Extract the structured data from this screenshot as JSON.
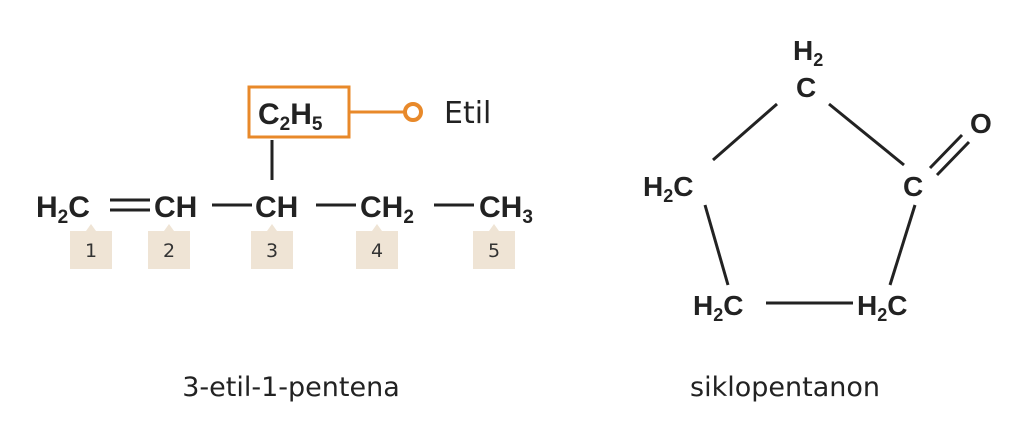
{
  "colors": {
    "bond": "#222222",
    "highlight": "#e8892a",
    "number_box": "#efe4d5"
  },
  "molecule_left": {
    "atoms": {
      "c1": {
        "main": "H",
        "sub": "2",
        "tail": "C"
      },
      "c2": "CH",
      "c3": "CH",
      "c4": {
        "main": "CH",
        "sub": "2"
      },
      "c5": {
        "main": "CH",
        "sub": "3"
      }
    },
    "substituent": {
      "main": "C",
      "sub1": "2",
      "mid": "H",
      "sub2": "5"
    },
    "substituent_label": "Etil",
    "numbers": [
      "1",
      "2",
      "3",
      "4",
      "5"
    ],
    "caption": "3-etil-1-pentena"
  },
  "molecule_right": {
    "atoms": {
      "top": {
        "main": "H",
        "sub": "2",
        "lower": "C"
      },
      "left": {
        "main": "H",
        "sub": "2",
        "tail": "C"
      },
      "right": "C",
      "oxygen": "O",
      "bottom_left": {
        "main": "H",
        "sub": "2",
        "tail": "C"
      },
      "bottom_right": {
        "main": "H",
        "sub": "2",
        "tail": "C"
      }
    },
    "caption": "siklopentanon"
  }
}
